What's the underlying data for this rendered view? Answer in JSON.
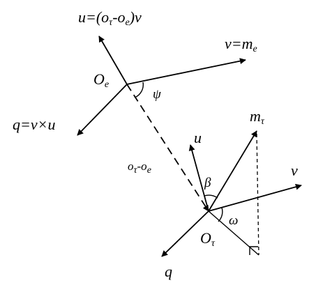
{
  "labels": {
    "u_top": {
      "main": "u=(o",
      "s1": "τ",
      "mid": "-o",
      "s2": "e",
      "end": ")v"
    },
    "v_top": {
      "main": "v=m",
      "s1": "e"
    },
    "q_top": {
      "main": "q=v×u"
    },
    "origin_e": {
      "main": "O",
      "s1": "e"
    },
    "psi": "ψ",
    "diff": {
      "main": "o",
      "s1": "τ",
      "mid": "-o",
      "s2": "e"
    },
    "m_tau": {
      "main": "m",
      "s1": "τ"
    },
    "u_bottom": "u",
    "beta": "β",
    "v_bottom": "v",
    "omega": "ω",
    "origin_tau": {
      "main": "O",
      "s1": "τ"
    },
    "q_bottom": "q"
  }
}
